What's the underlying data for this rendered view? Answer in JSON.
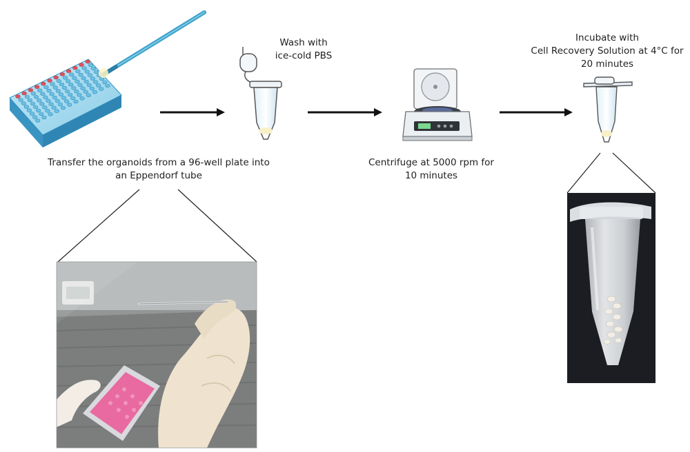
{
  "steps": [
    {
      "id": "transfer",
      "caption_lines": [
        "Transfer the organoids from a 96-well plate into",
        "an Eppendorf tube"
      ]
    },
    {
      "id": "wash",
      "caption_lines": [
        "Wash with",
        "ice-cold PBS"
      ]
    },
    {
      "id": "centrifuge",
      "caption_lines": [
        "Centrifuge at 5000 rpm for",
        "10 minutes"
      ]
    },
    {
      "id": "incubate",
      "caption_lines": [
        "Incubate with",
        "Cell Recovery Solution at 4°C for",
        "20 minutes"
      ]
    }
  ],
  "arrows": [
    {
      "from": "transfer",
      "to": "wash"
    },
    {
      "from": "wash",
      "to": "centrifuge"
    },
    {
      "from": "centrifuge",
      "to": "incubate"
    }
  ],
  "photos": [
    {
      "id": "transfer-photo",
      "depicts": "gloved hand picking organoids from a pink well plate in a biosafety cabinet"
    },
    {
      "id": "tube-photo",
      "depicts": "Eppendorf tube containing white organoid pellets on a dark background"
    }
  ],
  "colors": {
    "plate_blue": "#8fcfe8",
    "plate_dark": "#2f8fc0",
    "well_red": "#e0525e",
    "pipette": "#3aa0c8",
    "arrow": "#111111",
    "text": "#1e1e1e",
    "glove": "#efe3cf",
    "media_pink": "#e86aa0",
    "tube_bg": "#1b1d22",
    "pellet": "#f2eee6"
  }
}
